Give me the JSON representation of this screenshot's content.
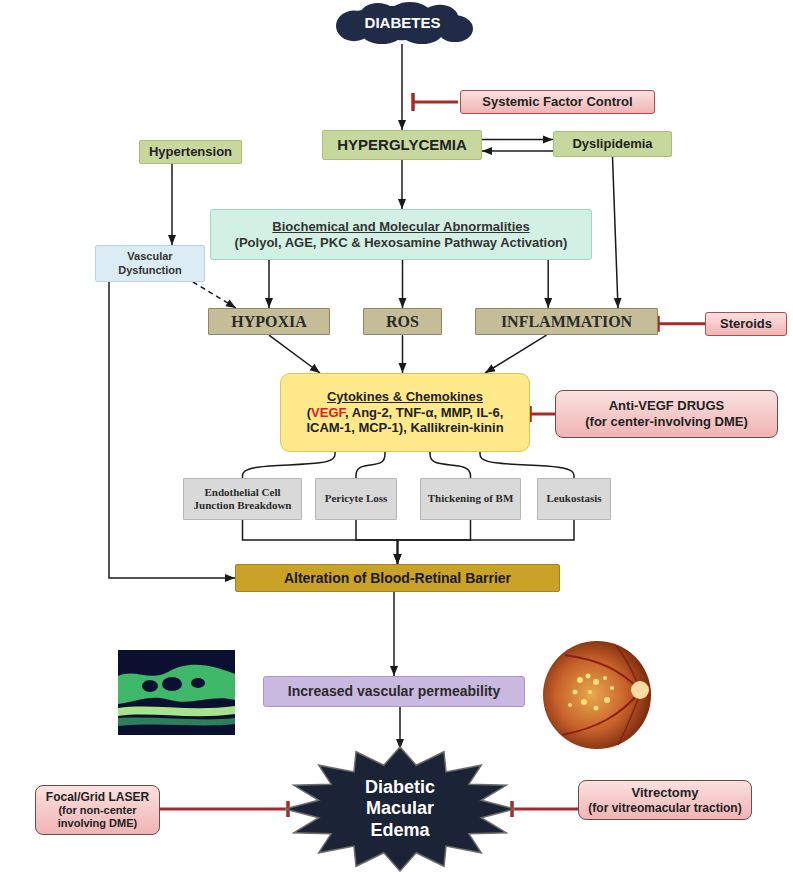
{
  "diagram": {
    "nodes": [
      {
        "text": [
          "DIABETES"
        ]
      },
      {
        "text": [
          "Systemic Factor Control"
        ]
      },
      {
        "text": [
          "Hypertension"
        ]
      },
      {
        "text": [
          "HYPERGLYCEMIA"
        ]
      },
      {
        "text": [
          "Dyslipidemia"
        ]
      },
      {
        "text": [
          "Vascular Dysfunction"
        ]
      },
      {
        "text": [
          "Biochemical and Molecular Abnormalities",
          "(Polyol, AGE, PKC & Hexosamine Pathway Activation)"
        ]
      },
      {
        "text": [
          "HYPOXIA"
        ]
      },
      {
        "text": [
          "ROS"
        ]
      },
      {
        "text": [
          "INFLAMMATION"
        ]
      },
      {
        "text": [
          "Steroids"
        ]
      },
      {
        "text": [
          "Cytokines & Chemokines",
          "(VEGF, Ang-2, TNF-α, MMP, IL-6, ICAM-1, MCP-1), Kallikrein-kinin"
        ]
      },
      {
        "text": [
          "Anti-VEGF DRUGS",
          "(for center-involving DME)"
        ]
      },
      {
        "text": [
          "Endothelial Cell Junction Breakdown"
        ]
      },
      {
        "text": [
          "Pericyte Loss"
        ]
      },
      {
        "text": [
          "Thickening of BM"
        ]
      },
      {
        "text": [
          "Leukostasis"
        ]
      },
      {
        "text": [
          "Alteration of Blood-Retinal Barrier"
        ]
      },
      {
        "text": [
          "Increased vascular permeability"
        ]
      },
      {
        "text": [
          "Focal/Grid LASER",
          "(for non-center involving DME)"
        ]
      },
      {
        "text": [
          "Diabetic Macular Edema"
        ]
      },
      {
        "text": [
          "Vitrectomy",
          "(for vitreomacular traction)"
        ]
      }
    ],
    "edges": [
      {
        "from": 0,
        "to": 3,
        "arrow": "to"
      },
      {
        "from": 3,
        "to": 4,
        "arrow": "to"
      },
      {
        "from": 4,
        "to": 3,
        "arrow": "to"
      },
      {
        "from": 2,
        "to": 5,
        "arrow": "to"
      },
      {
        "from": 3,
        "to": 6,
        "arrow": "to"
      },
      {
        "from": 5,
        "to": 7,
        "arrow": "to"
      },
      {
        "from": 6,
        "to": 7,
        "arrow": "to"
      },
      {
        "from": 6,
        "to": 8,
        "arrow": "to"
      },
      {
        "from": 6,
        "to": 9,
        "arrow": "to"
      },
      {
        "from": 4,
        "to": 9,
        "arrow": "to"
      },
      {
        "from": 7,
        "to": 11,
        "arrow": "to"
      },
      {
        "from": 8,
        "to": 11,
        "arrow": "to"
      },
      {
        "from": 9,
        "to": 11,
        "arrow": "to"
      },
      {
        "from": 11,
        "to": 13,
        "arrow": "none"
      },
      {
        "from": 11,
        "to": 14,
        "arrow": "none"
      },
      {
        "from": 11,
        "to": 15,
        "arrow": "none"
      },
      {
        "from": 11,
        "to": 16,
        "arrow": "none"
      },
      {
        "from": 13,
        "to": 17,
        "arrow": "to"
      },
      {
        "from": 14,
        "to": 17,
        "arrow": "to"
      },
      {
        "from": 15,
        "to": 17,
        "arrow": "to"
      },
      {
        "from": 16,
        "to": 17,
        "arrow": "to"
      },
      {
        "from": 5,
        "to": 17,
        "arrow": "to"
      },
      {
        "from": 17,
        "to": 18,
        "arrow": "to"
      },
      {
        "from": 18,
        "to": 20,
        "arrow": "to"
      },
      {
        "from": 10,
        "to": 9,
        "arrow": "to"
      },
      {
        "from": 12,
        "to": 11,
        "arrow": "to"
      },
      {
        "from": 19,
        "to": 20,
        "arrow": "to"
      },
      {
        "from": 21,
        "to": 20,
        "arrow": "to"
      }
    ]
  }
}
